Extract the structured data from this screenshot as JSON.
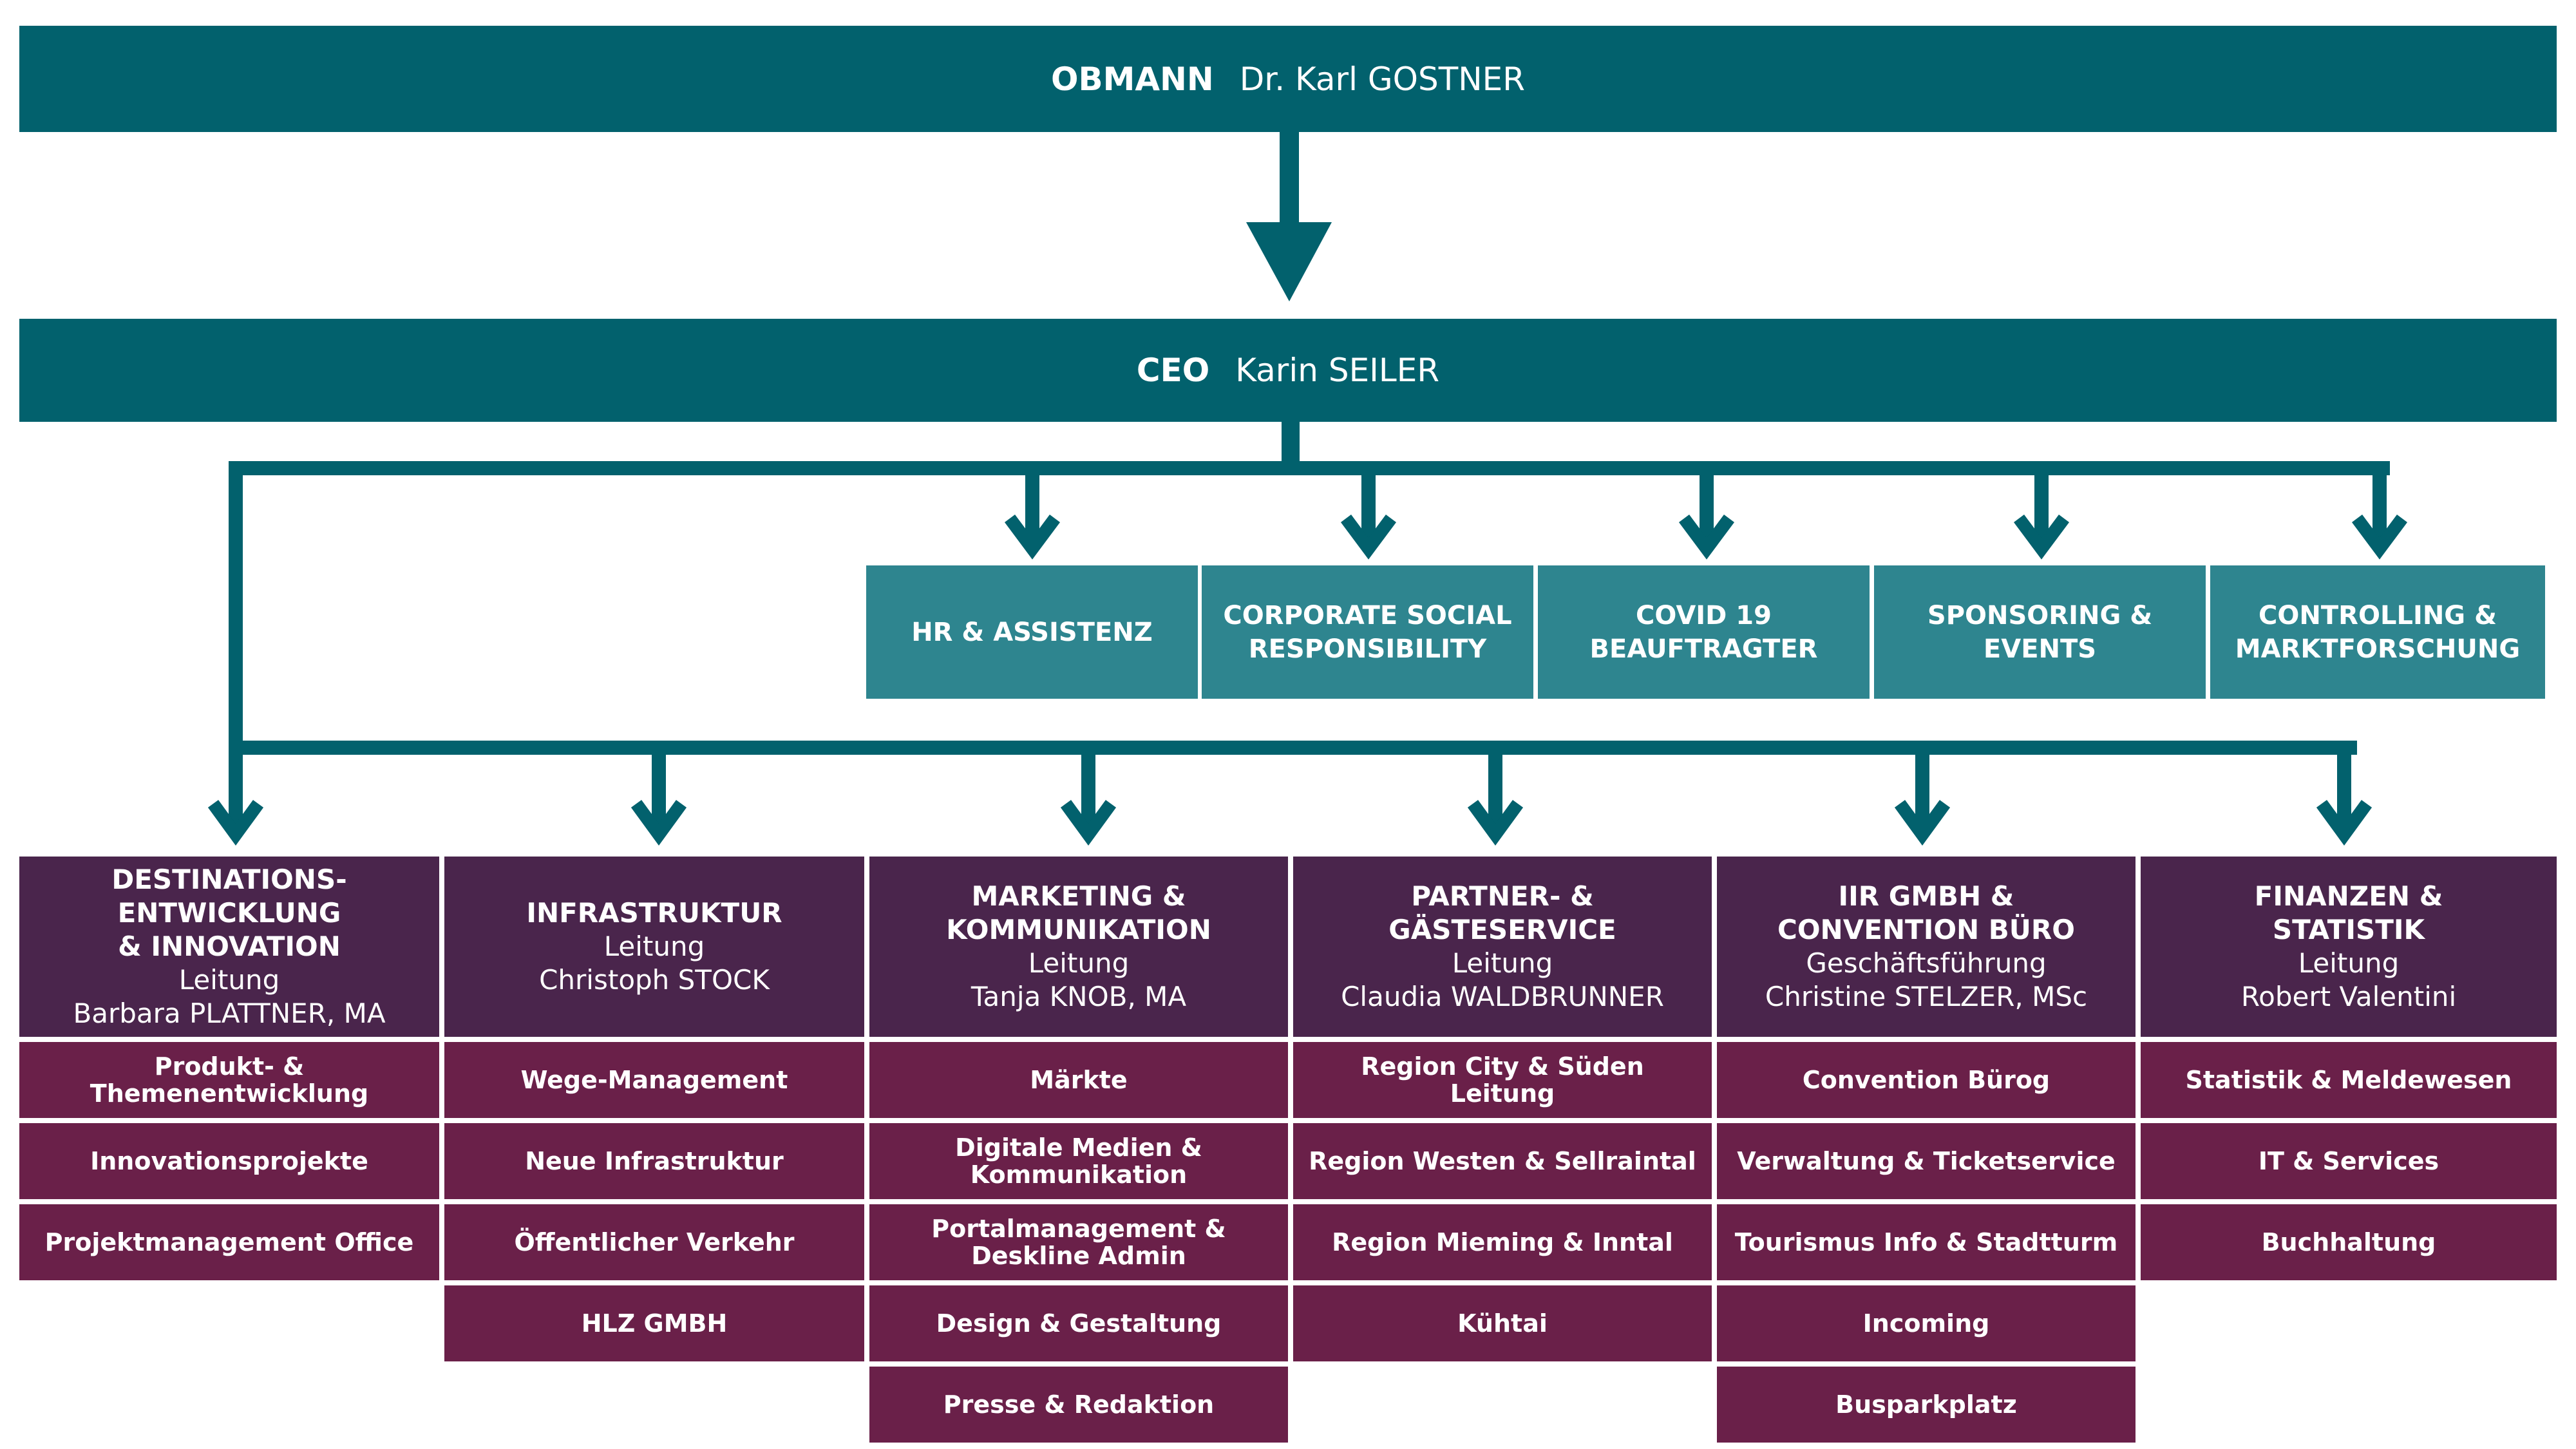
{
  "obmann": {
    "role": "OBMANN",
    "name": "Dr. Karl GOSTNER"
  },
  "ceo": {
    "role": "CEO",
    "name": "Karin SEILER"
  },
  "staff_units": [
    {
      "label": "HR & ASSISTENZ"
    },
    {
      "label": "CORPORATE SOCIAL\nRESPONSIBILITY"
    },
    {
      "label": "COVID 19\nBEAUFTRAGTER"
    },
    {
      "label": "SPONSORING &\nEVENTS"
    },
    {
      "label": "CONTROLLING &\nMARKTFORSCHUNG"
    }
  ],
  "departments": [
    {
      "name": "DESTINATIONS-\nENTWICKLUNG\n& INNOVATION",
      "lead_label": "Leitung",
      "person": "Barbara PLATTNER, MA",
      "units": [
        "Produkt- & Themenentwicklung",
        "Innovationsprojekte",
        "Projektmanagement Office"
      ]
    },
    {
      "name": "INFRASTRUKTUR",
      "lead_label": "Leitung",
      "person": "Christoph STOCK",
      "units": [
        "Wege-Management",
        "Neue Infrastruktur",
        "Öffentlicher Verkehr",
        "HLZ GMBH"
      ]
    },
    {
      "name": "MARKETING &\nKOMMUNIKATION",
      "lead_label": "Leitung",
      "person": "Tanja KNOB, MA",
      "units": [
        "Märkte",
        "Digitale Medien &\nKommunikation",
        "Portalmanagement &\nDeskline Admin",
        "Design & Gestaltung",
        "Presse & Redaktion"
      ]
    },
    {
      "name": "PARTNER- &\nGÄSTESERVICE",
      "lead_label": "Leitung",
      "person": "Claudia WALDBRUNNER",
      "units": [
        "Region City & Süden\nLeitung",
        "Region Westen & Sellraintal",
        "Region Mieming & Inntal",
        "Kühtai"
      ]
    },
    {
      "name": "IIR GMBH &\nCONVENTION BÜRO",
      "lead_label": "Geschäftsführung",
      "person": "Christine STELZER, MSc",
      "units": [
        "Convention Bürog",
        "Verwaltung & Ticketservice",
        "Tourismus Info & Stadtturm",
        "Incoming",
        "Busparkplatz"
      ]
    },
    {
      "name": "FINANZEN &\nSTATISTIK",
      "lead_label": "Leitung",
      "person": "Robert Valentini",
      "units": [
        "Statistik & Meldewesen",
        "IT & Services",
        "Buchhaltung"
      ]
    }
  ],
  "colors": {
    "dark_teal": "#02616d",
    "light_teal": "#2e858f",
    "dept_purple": "#4a254c",
    "unit_plum": "#6a2049"
  }
}
